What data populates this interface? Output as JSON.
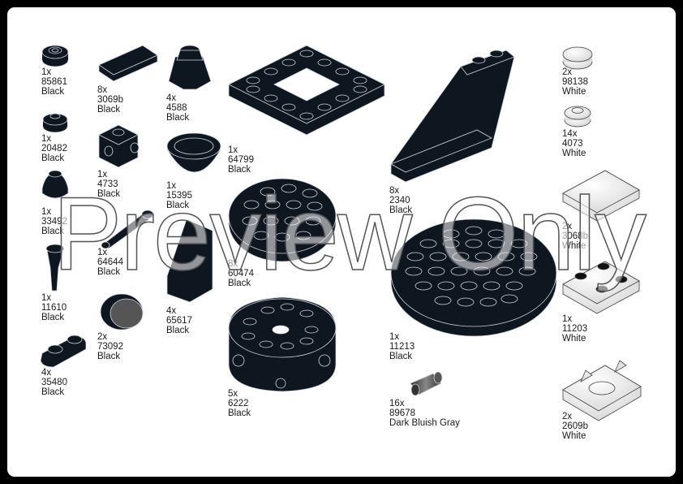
{
  "watermark": "Preview Only",
  "parts": [
    {
      "id": "85861",
      "qty": "1x",
      "number": "85861",
      "color": "Black"
    },
    {
      "id": "20482",
      "qty": "1x",
      "number": "20482",
      "color": "Black"
    },
    {
      "id": "33492",
      "qty": "1x",
      "number": "33492",
      "color": "Black"
    },
    {
      "id": "11610",
      "qty": "1x",
      "number": "11610",
      "color": "Black"
    },
    {
      "id": "35480",
      "qty": "4x",
      "number": "35480",
      "color": "Black"
    },
    {
      "id": "3069b",
      "qty": "8x",
      "number": "3069b",
      "color": "Black"
    },
    {
      "id": "4733",
      "qty": "1x",
      "number": "4733",
      "color": "Black"
    },
    {
      "id": "64644",
      "qty": "1x",
      "number": "64644",
      "color": "Black"
    },
    {
      "id": "73092",
      "qty": "2x",
      "number": "73092",
      "color": "Black"
    },
    {
      "id": "4588",
      "qty": "4x",
      "number": "4588",
      "color": "Black"
    },
    {
      "id": "15395",
      "qty": "1x",
      "number": "15395",
      "color": "Black"
    },
    {
      "id": "65617",
      "qty": "4x",
      "number": "65617",
      "color": "Black"
    },
    {
      "id": "64799",
      "qty": "1x",
      "number": "64799",
      "color": "Black"
    },
    {
      "id": "60474",
      "qty": "8x",
      "number": "60474",
      "color": "Black"
    },
    {
      "id": "6222",
      "qty": "5x",
      "number": "6222",
      "color": "Black"
    },
    {
      "id": "2340",
      "qty": "8x",
      "number": "2340",
      "color": "Black"
    },
    {
      "id": "11213",
      "qty": "1x",
      "number": "11213",
      "color": "Black"
    },
    {
      "id": "89678",
      "qty": "16x",
      "number": "89678",
      "color": "Dark Bluish Gray"
    },
    {
      "id": "98138",
      "qty": "2x",
      "number": "98138",
      "color": "White"
    },
    {
      "id": "4073",
      "qty": "14x",
      "number": "4073",
      "color": "White"
    },
    {
      "id": "3068b",
      "qty": "2x",
      "number": "3068b",
      "color": "White"
    },
    {
      "id": "11203",
      "qty": "1x",
      "number": "11203",
      "color": "White"
    },
    {
      "id": "2609b",
      "qty": "2x",
      "number": "2609b",
      "color": "White"
    }
  ]
}
